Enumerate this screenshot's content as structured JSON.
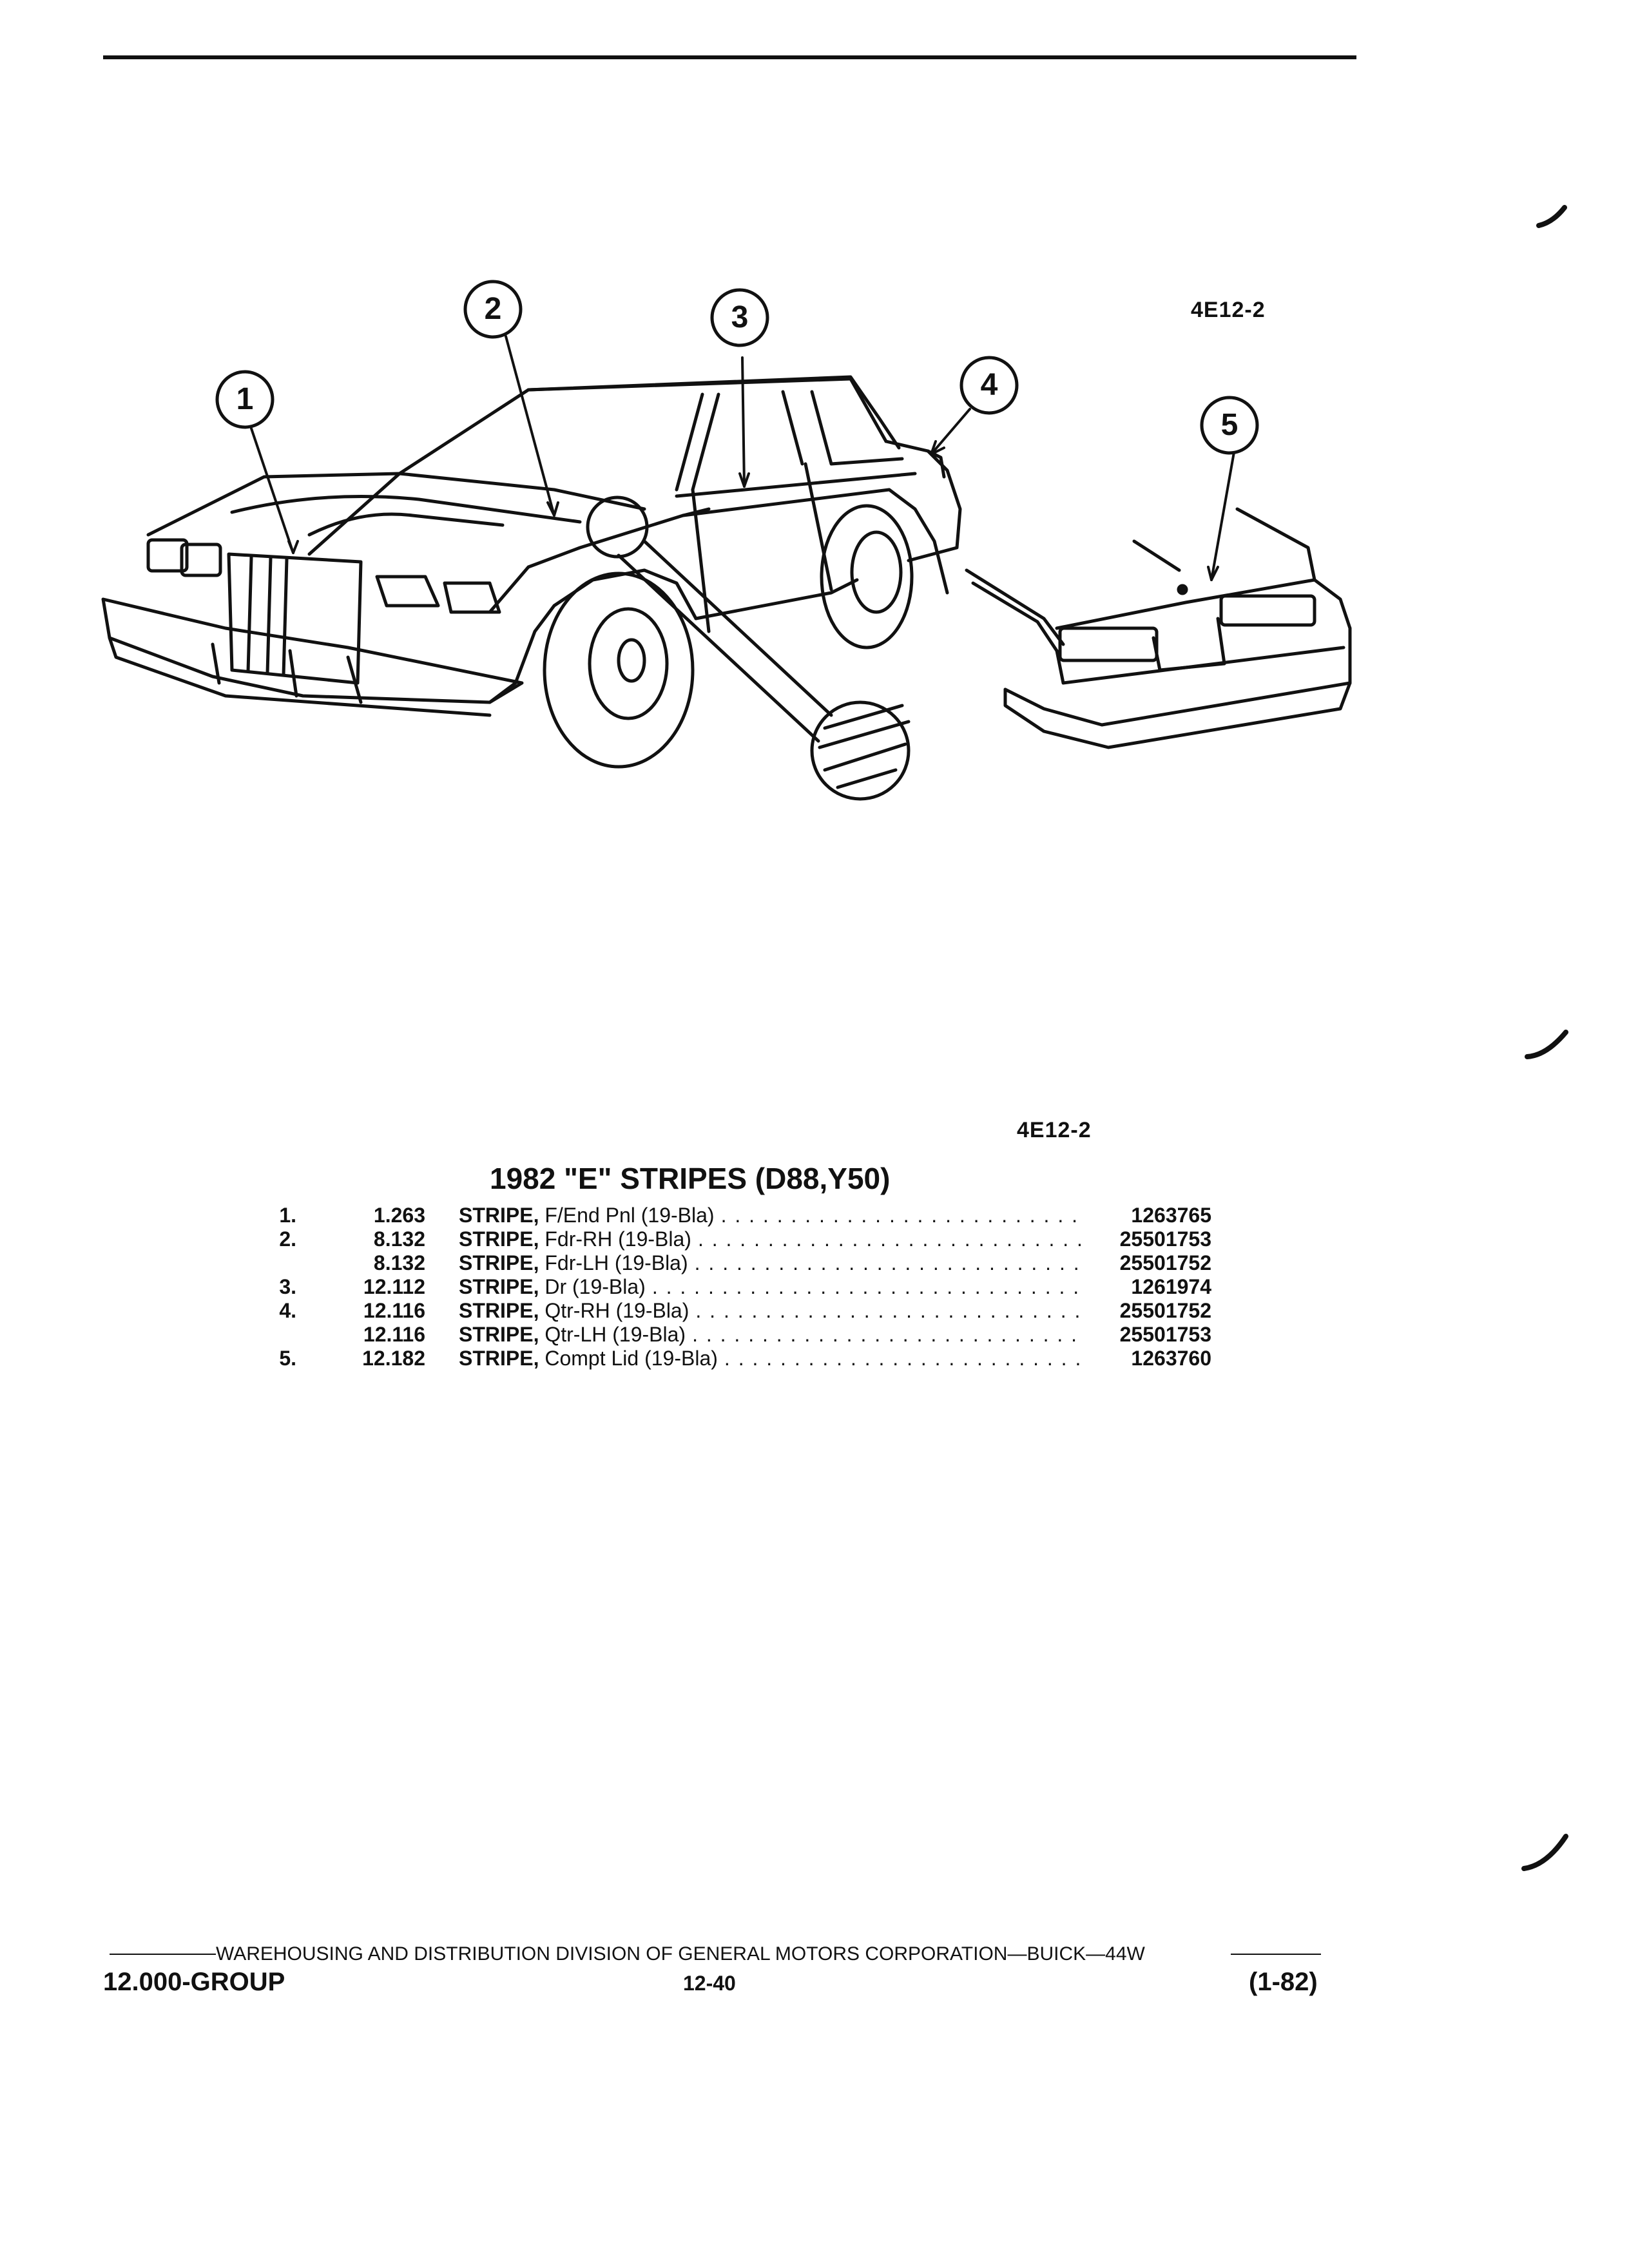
{
  "figure": {
    "code_top": "4E12-2",
    "code_bottom": "4E12-2",
    "callouts": [
      "1",
      "2",
      "3",
      "4",
      "5"
    ]
  },
  "section_title": "1982 \"E\" STRIPES (D88,Y50)",
  "parts": [
    {
      "num": "1.",
      "group": "1.263",
      "keyword": "STRIPE,",
      "desc": "F/End Pnl (19-Bla)",
      "part_no": "1263765"
    },
    {
      "num": "2.",
      "group": "8.132",
      "keyword": "STRIPE,",
      "desc": "Fdr-RH (19-Bla)",
      "part_no": "25501753"
    },
    {
      "num": "",
      "group": "8.132",
      "keyword": "STRIPE,",
      "desc": "Fdr-LH (19-Bla)",
      "part_no": "25501752"
    },
    {
      "num": "3.",
      "group": "12.112",
      "keyword": "STRIPE,",
      "desc": "Dr (19-Bla)",
      "part_no": "1261974"
    },
    {
      "num": "4.",
      "group": "12.116",
      "keyword": "STRIPE,",
      "desc": "Qtr-RH (19-Bla)",
      "part_no": "25501752"
    },
    {
      "num": "",
      "group": "12.116",
      "keyword": "STRIPE,",
      "desc": "Qtr-LH (19-Bla)",
      "part_no": "25501753"
    },
    {
      "num": "5.",
      "group": "12.182",
      "keyword": "STRIPE,",
      "desc": "Compt Lid (19-Bla)",
      "part_no": "1263760"
    }
  ],
  "footer": {
    "division": "WAREHOUSING AND DISTRIBUTION  DIVISION OF GENERAL MOTORS CORPORATION—BUICK—44W",
    "group": "12.000-GROUP",
    "page": "12-40",
    "date": "(1-82)"
  }
}
